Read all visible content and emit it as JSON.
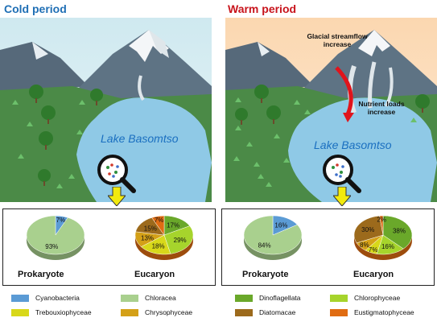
{
  "titles": {
    "cold": "Cold period",
    "warm": "Warm period"
  },
  "lake_label": "Lake Basomtso",
  "annotations": {
    "streamflow": "Glacial streamflow increase",
    "nutrient": "Nutrient loads increase"
  },
  "labels": {
    "prokaryote": "Prokaryote",
    "eucaryon": "Eucaryon"
  },
  "pies": {
    "cold_prokaryote": [
      {
        "name": "Cyanobacteria",
        "value": 7,
        "label": "7%",
        "color": "#5b9bd5"
      },
      {
        "name": "Chloracea",
        "value": 93,
        "label": "93%",
        "color": "#a9d08e"
      }
    ],
    "cold_eucaryon": [
      {
        "name": "Dinoflagellata",
        "value": 17,
        "label": "17%",
        "color": "#6aa82a"
      },
      {
        "name": "Chlorophyceae",
        "value": 29,
        "label": "29%",
        "color": "#a6d42c"
      },
      {
        "name": "Trebouxiophyceae",
        "value": 18,
        "label": "18%",
        "color": "#d8d81a"
      },
      {
        "name": "Chrysophyceae",
        "value": 13,
        "label": "13%",
        "color": "#d4a017"
      },
      {
        "name": "Diatomacae",
        "value": 15,
        "label": "15%",
        "color": "#9c6a1c"
      },
      {
        "name": "Eustigmatophyceae",
        "value": 7,
        "label": "7%",
        "color": "#e06c12"
      }
    ],
    "warm_prokaryote": [
      {
        "name": "Cyanobacteria",
        "value": 16,
        "label": "16%",
        "color": "#5b9bd5"
      },
      {
        "name": "Chloracea",
        "value": 84,
        "label": "84%",
        "color": "#a9d08e"
      }
    ],
    "warm_eucaryon": [
      {
        "name": "Dinoflagellata",
        "value": 38,
        "label": "38%",
        "color": "#6aa82a"
      },
      {
        "name": "Chlorophyceae",
        "value": 16,
        "label": "16%",
        "color": "#a6d42c"
      },
      {
        "name": "Trebouxiophyceae",
        "value": 7,
        "label": "7%",
        "color": "#d8d81a"
      },
      {
        "name": "Chrysophyceae",
        "value": 8,
        "label": "8%",
        "color": "#d4a017"
      },
      {
        "name": "Diatomacae",
        "value": 30,
        "label": "30%",
        "color": "#9c6a1c"
      },
      {
        "name": "Eustigmatophyceae",
        "value": 2,
        "label": "2%",
        "color": "#e06c12"
      }
    ]
  },
  "legend": [
    {
      "label": "Cyanobacteria",
      "color": "#5b9bd5"
    },
    {
      "label": "Chloracea",
      "color": "#a9d08e"
    },
    {
      "label": "Dinoflagellata",
      "color": "#6aa82a"
    },
    {
      "label": "Chlorophyceae",
      "color": "#a6d42c"
    },
    {
      "label": "Trebouxiophyceae",
      "color": "#d8d81a"
    },
    {
      "label": "Chrysophyceae",
      "color": "#d4a017"
    },
    {
      "label": "Diatomacae",
      "color": "#9c6a1c"
    },
    {
      "label": "Eustigmatophyceae",
      "color": "#e06c12"
    }
  ],
  "colors": {
    "cold_sky": "#d8edf2",
    "warm_sky": "#fbe0c2",
    "lake": "#8fc9e6",
    "grass": "#4a8a46",
    "mountain": "#5c6f80",
    "arrow_red": "#e0141c",
    "arrow_yellow": "#f2ea0d"
  }
}
